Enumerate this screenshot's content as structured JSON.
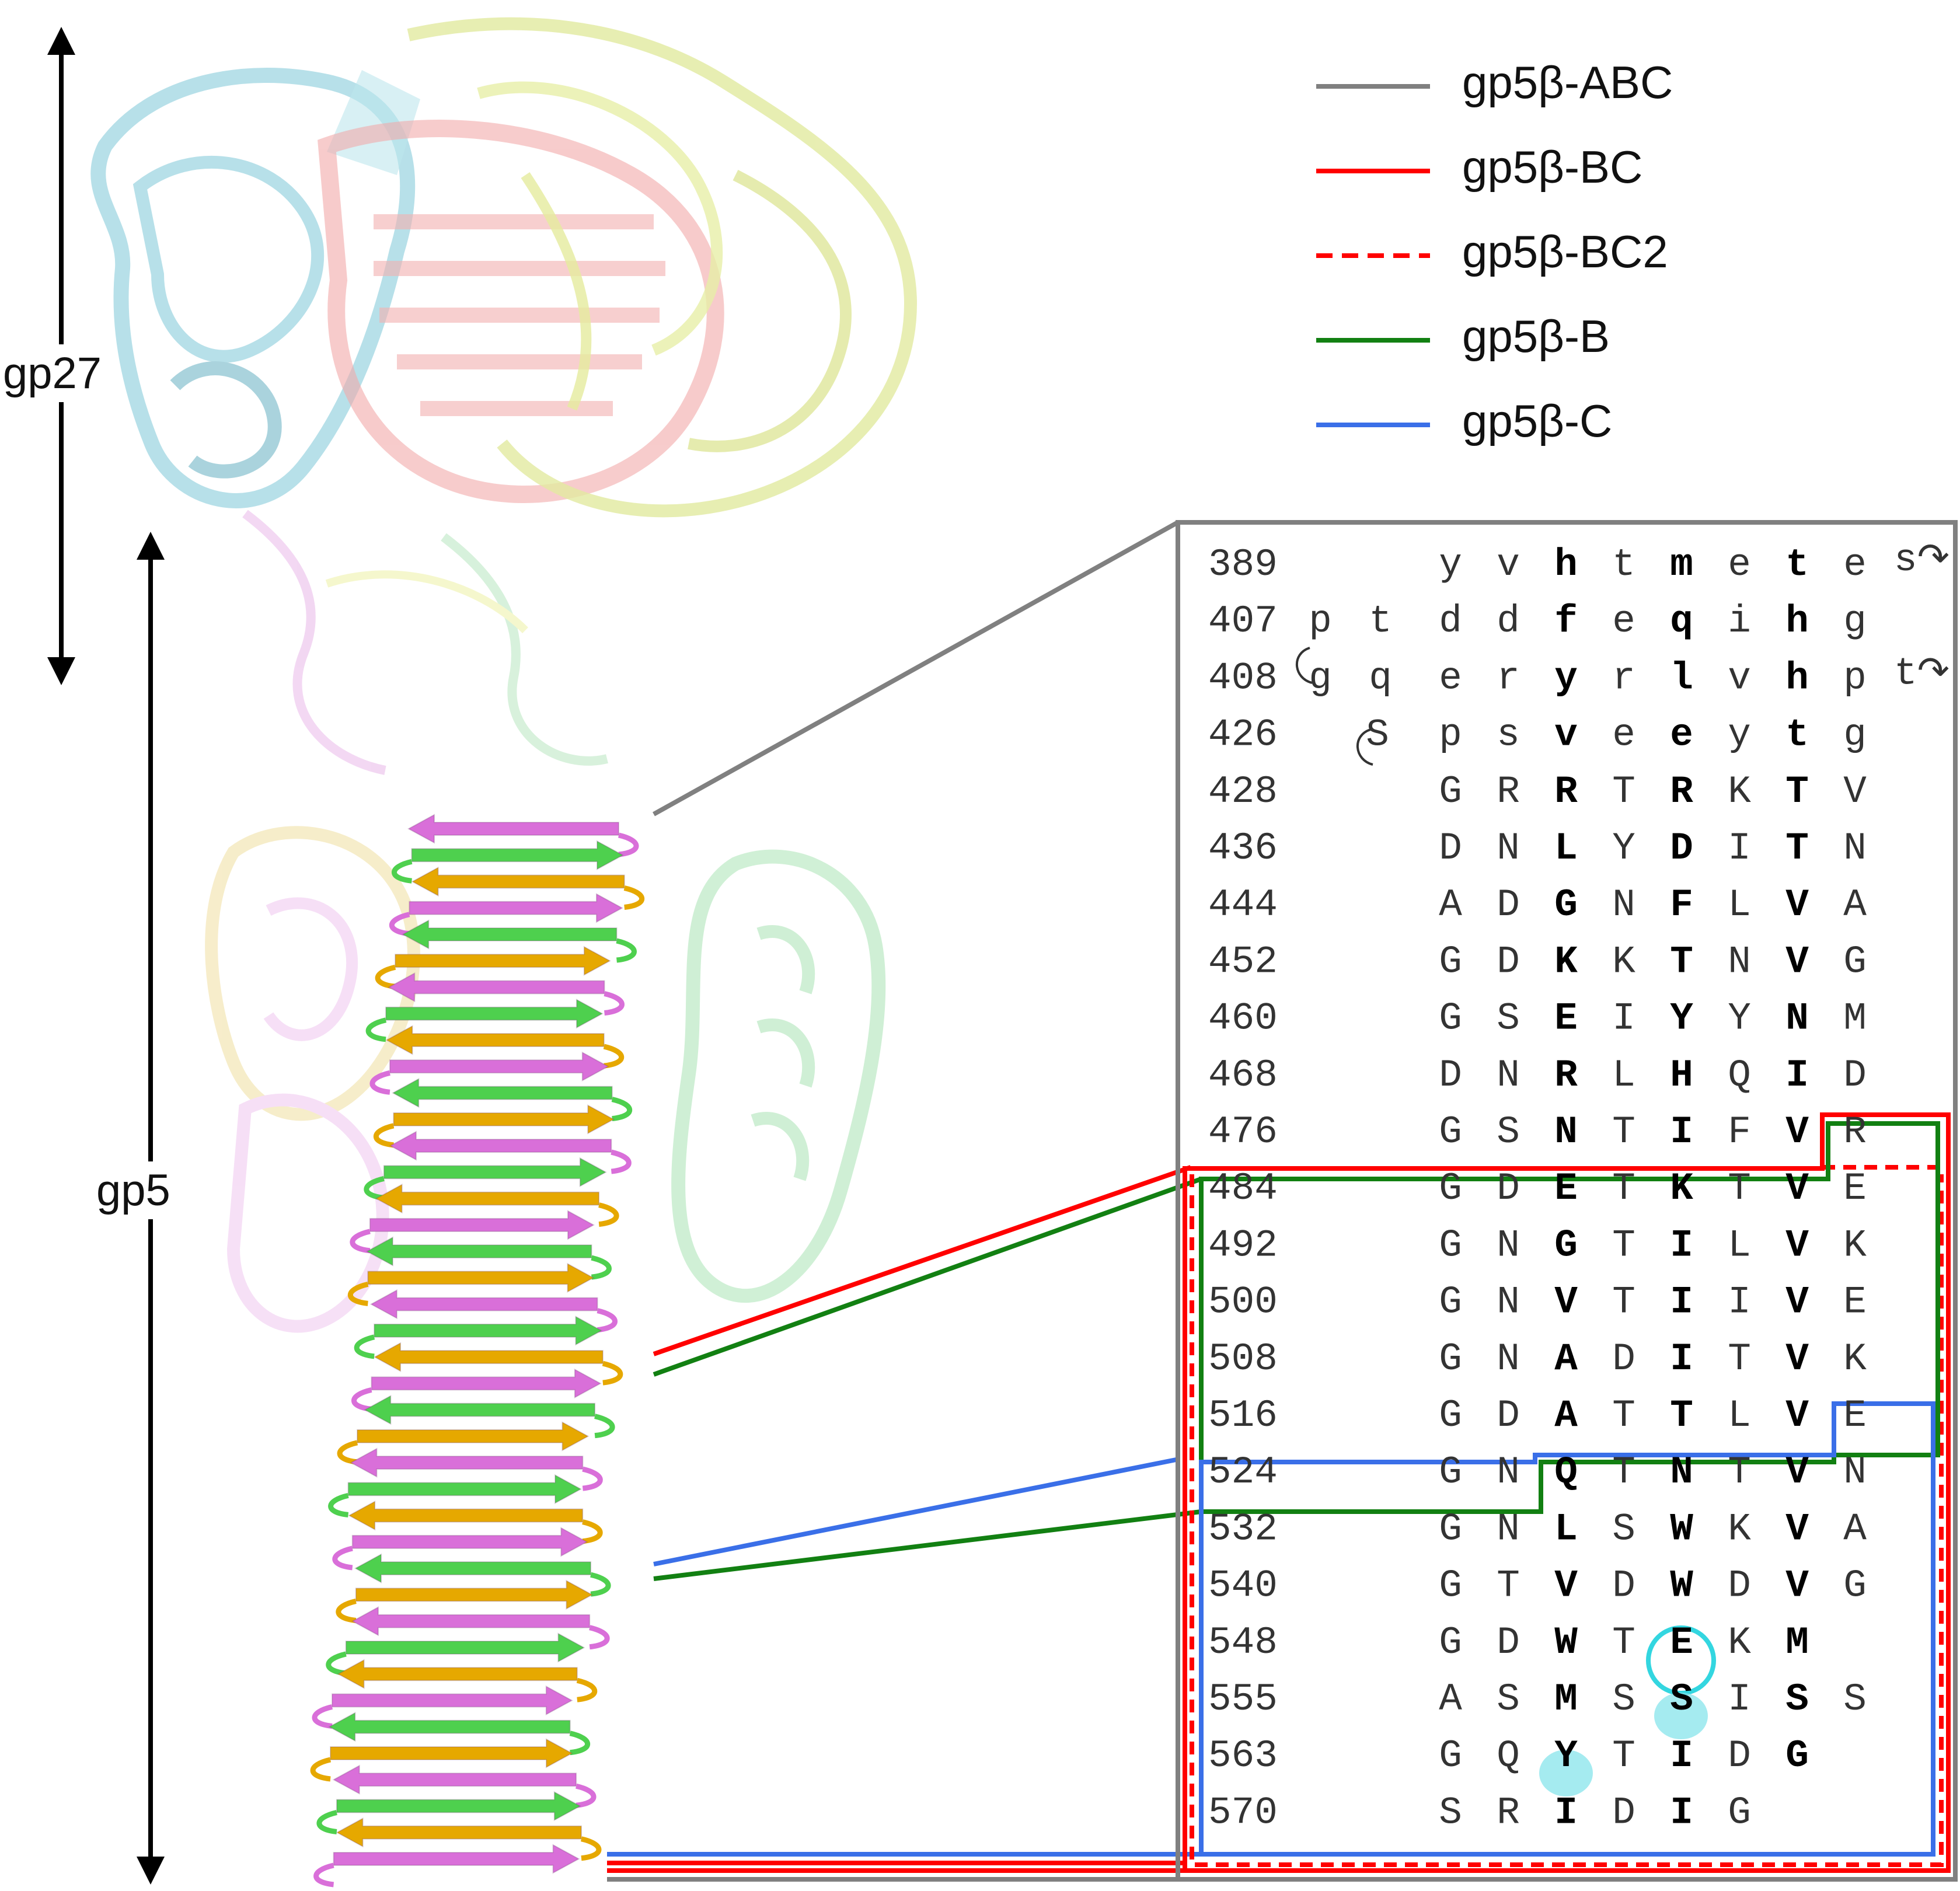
{
  "axis_labels": {
    "gp27": "gp27",
    "gp5": "gp5"
  },
  "legend": [
    {
      "label": "gp5β-ABC",
      "color": "#808080",
      "dashed": false
    },
    {
      "label": "gp5β-BC",
      "color": "#ff0000",
      "dashed": false
    },
    {
      "label": "gp5β-BC2",
      "color": "#ff0000",
      "dashed": true
    },
    {
      "label": "gp5β-B",
      "color": "#128012",
      "dashed": false
    },
    {
      "label": "gp5β-C",
      "color": "#3a6fe8",
      "dashed": false
    }
  ],
  "sequence_rows": [
    {
      "num": "389",
      "pre": [],
      "res": [
        "y",
        "v",
        "h",
        "t",
        "m",
        "e",
        "t",
        "e"
      ],
      "bold": [
        2,
        4,
        6
      ],
      "post": "s↷"
    },
    {
      "num": "407",
      "pre": [
        "p",
        "t"
      ],
      "res": [
        "d",
        "d",
        "f",
        "e",
        "q",
        "i",
        "h",
        "g"
      ],
      "bold": [
        2,
        4,
        6
      ],
      "post": ""
    },
    {
      "num": "408",
      "pre": [
        "g",
        "q"
      ],
      "res": [
        "e",
        "r",
        "y",
        "r",
        "l",
        "v",
        "h",
        "p"
      ],
      "bold": [
        2,
        4,
        6
      ],
      "post": "t↷"
    },
    {
      "num": "426",
      "pre": [
        "S"
      ],
      "res": [
        "p",
        "s",
        "v",
        "e",
        "e",
        "y",
        "t",
        "g"
      ],
      "bold": [
        2,
        4,
        6
      ],
      "post": ""
    },
    {
      "num": "428",
      "pre": [],
      "res": [
        "G",
        "R",
        "R",
        "T",
        "R",
        "K",
        "T",
        "V"
      ],
      "bold": [
        2,
        4,
        6
      ],
      "post": ""
    },
    {
      "num": "436",
      "pre": [],
      "res": [
        "D",
        "N",
        "L",
        "Y",
        "D",
        "I",
        "T",
        "N"
      ],
      "bold": [
        2,
        4,
        6
      ],
      "post": ""
    },
    {
      "num": "444",
      "pre": [],
      "res": [
        "A",
        "D",
        "G",
        "N",
        "F",
        "L",
        "V",
        "A"
      ],
      "bold": [
        2,
        4,
        6
      ],
      "post": ""
    },
    {
      "num": "452",
      "pre": [],
      "res": [
        "G",
        "D",
        "K",
        "K",
        "T",
        "N",
        "V",
        "G"
      ],
      "bold": [
        2,
        4,
        6
      ],
      "post": ""
    },
    {
      "num": "460",
      "pre": [],
      "res": [
        "G",
        "S",
        "E",
        "I",
        "Y",
        "Y",
        "N",
        "M"
      ],
      "bold": [
        2,
        4,
        6
      ],
      "post": ""
    },
    {
      "num": "468",
      "pre": [],
      "res": [
        "D",
        "N",
        "R",
        "L",
        "H",
        "Q",
        "I",
        "D"
      ],
      "bold": [
        2,
        4,
        6
      ],
      "post": ""
    },
    {
      "num": "476",
      "pre": [],
      "res": [
        "G",
        "S",
        "N",
        "T",
        "I",
        "F",
        "V",
        "R"
      ],
      "bold": [
        2,
        4,
        6
      ],
      "post": ""
    },
    {
      "num": "484",
      "pre": [],
      "res": [
        "G",
        "D",
        "E",
        "T",
        "K",
        "T",
        "V",
        "E"
      ],
      "bold": [
        2,
        4,
        6
      ],
      "post": ""
    },
    {
      "num": "492",
      "pre": [],
      "res": [
        "G",
        "N",
        "G",
        "T",
        "I",
        "L",
        "V",
        "K"
      ],
      "bold": [
        2,
        4,
        6
      ],
      "post": ""
    },
    {
      "num": "500",
      "pre": [],
      "res": [
        "G",
        "N",
        "V",
        "T",
        "I",
        "I",
        "V",
        "E"
      ],
      "bold": [
        2,
        4,
        6
      ],
      "post": ""
    },
    {
      "num": "508",
      "pre": [],
      "res": [
        "G",
        "N",
        "A",
        "D",
        "I",
        "T",
        "V",
        "K"
      ],
      "bold": [
        2,
        4,
        6
      ],
      "post": ""
    },
    {
      "num": "516",
      "pre": [],
      "res": [
        "G",
        "D",
        "A",
        "T",
        "T",
        "L",
        "V",
        "E"
      ],
      "bold": [
        2,
        4,
        6
      ],
      "post": ""
    },
    {
      "num": "524",
      "pre": [],
      "res": [
        "G",
        "N",
        "Q",
        "T",
        "N",
        "T",
        "V",
        "N"
      ],
      "bold": [
        2,
        4,
        6
      ],
      "post": ""
    },
    {
      "num": "532",
      "pre": [],
      "res": [
        "G",
        "N",
        "L",
        "S",
        "W",
        "K",
        "V",
        "A"
      ],
      "bold": [
        2,
        4,
        6
      ],
      "post": ""
    },
    {
      "num": "540",
      "pre": [],
      "res": [
        "G",
        "T",
        "V",
        "D",
        "W",
        "D",
        "V",
        "G"
      ],
      "bold": [
        2,
        4,
        6
      ],
      "post": ""
    },
    {
      "num": "548",
      "pre": [],
      "res": [
        "G",
        "D",
        "W",
        "T",
        "E",
        "K",
        "M",
        ""
      ],
      "bold": [
        2,
        4,
        6
      ],
      "post": ""
    },
    {
      "num": "555",
      "pre": [],
      "res": [
        "A",
        "S",
        "M",
        "S",
        "S",
        "I",
        "S",
        "S"
      ],
      "bold": [
        2,
        4,
        6
      ],
      "post": ""
    },
    {
      "num": "563",
      "pre": [],
      "res": [
        "G",
        "Q",
        "Y",
        "T",
        "I",
        "D",
        "G",
        ""
      ],
      "bold": [
        2,
        4,
        6
      ],
      "post": ""
    },
    {
      "num": "570",
      "pre": [],
      "res": [
        "S",
        "R",
        "I",
        "D",
        "I",
        "G",
        "",
        ""
      ],
      "bold": [
        2,
        4
      ],
      "post": ""
    }
  ],
  "colors": {
    "abc": "#808080",
    "bc": "#ff0000",
    "b": "#128012",
    "c": "#3a6fe8",
    "highlight": "#33d6e0",
    "magenta": "#d96fd9",
    "green_strand": "#4ed04e",
    "gold_strand": "#e6a800",
    "light_blue": "#a8dde8",
    "light_yellow": "#eef2a6",
    "light_red": "#f3b0b0",
    "light_pink": "#efc6ef",
    "light_green": "#bfe8c6",
    "light_gold": "#f3e4a6"
  }
}
